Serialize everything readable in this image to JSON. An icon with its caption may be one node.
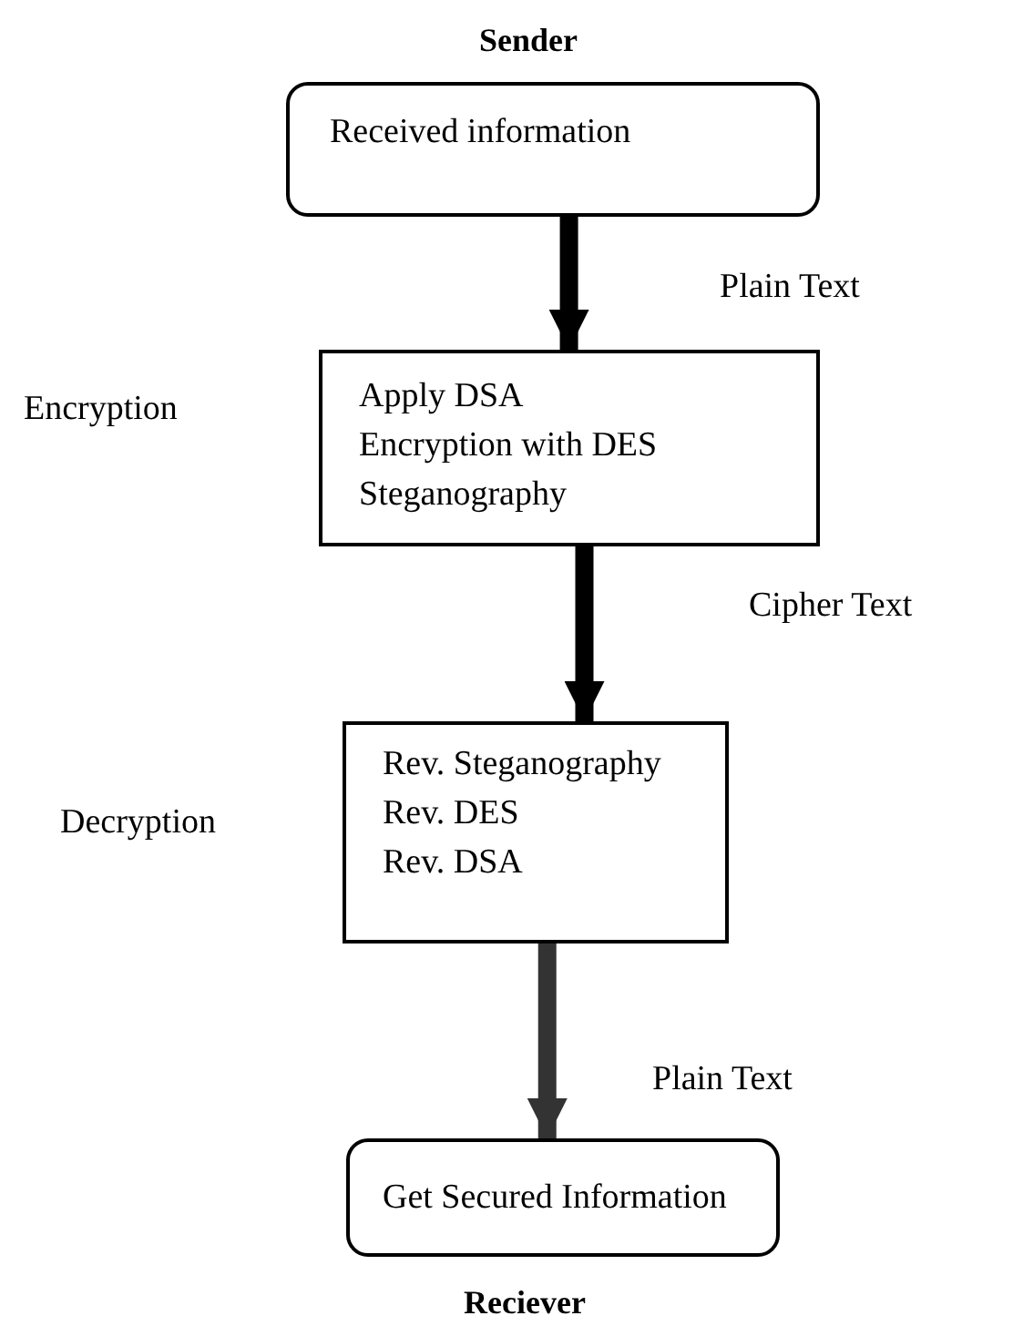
{
  "diagram": {
    "nodes": [
      {
        "text": [
          "Received information"
        ]
      },
      {
        "text": [
          "Apply DSA",
          "Encryption with DES",
          "Steganography"
        ]
      },
      {
        "text": [
          "Rev. Steganography",
          "Rev. DES",
          "Rev. DSA"
        ]
      },
      {
        "text": [
          "Get Secured Information"
        ]
      }
    ],
    "edges": [
      {
        "from": 0,
        "to": 1,
        "arrow": "to",
        "label": "Plain Text"
      },
      {
        "from": 1,
        "to": 2,
        "arrow": "to",
        "label": "Cipher Text"
      },
      {
        "from": 2,
        "to": 3,
        "arrow": "to",
        "label": "Plain Text",
        "color": "#333333"
      }
    ],
    "labels": [
      "Sender",
      "Encryption",
      "Decryption",
      "Reciever"
    ]
  }
}
